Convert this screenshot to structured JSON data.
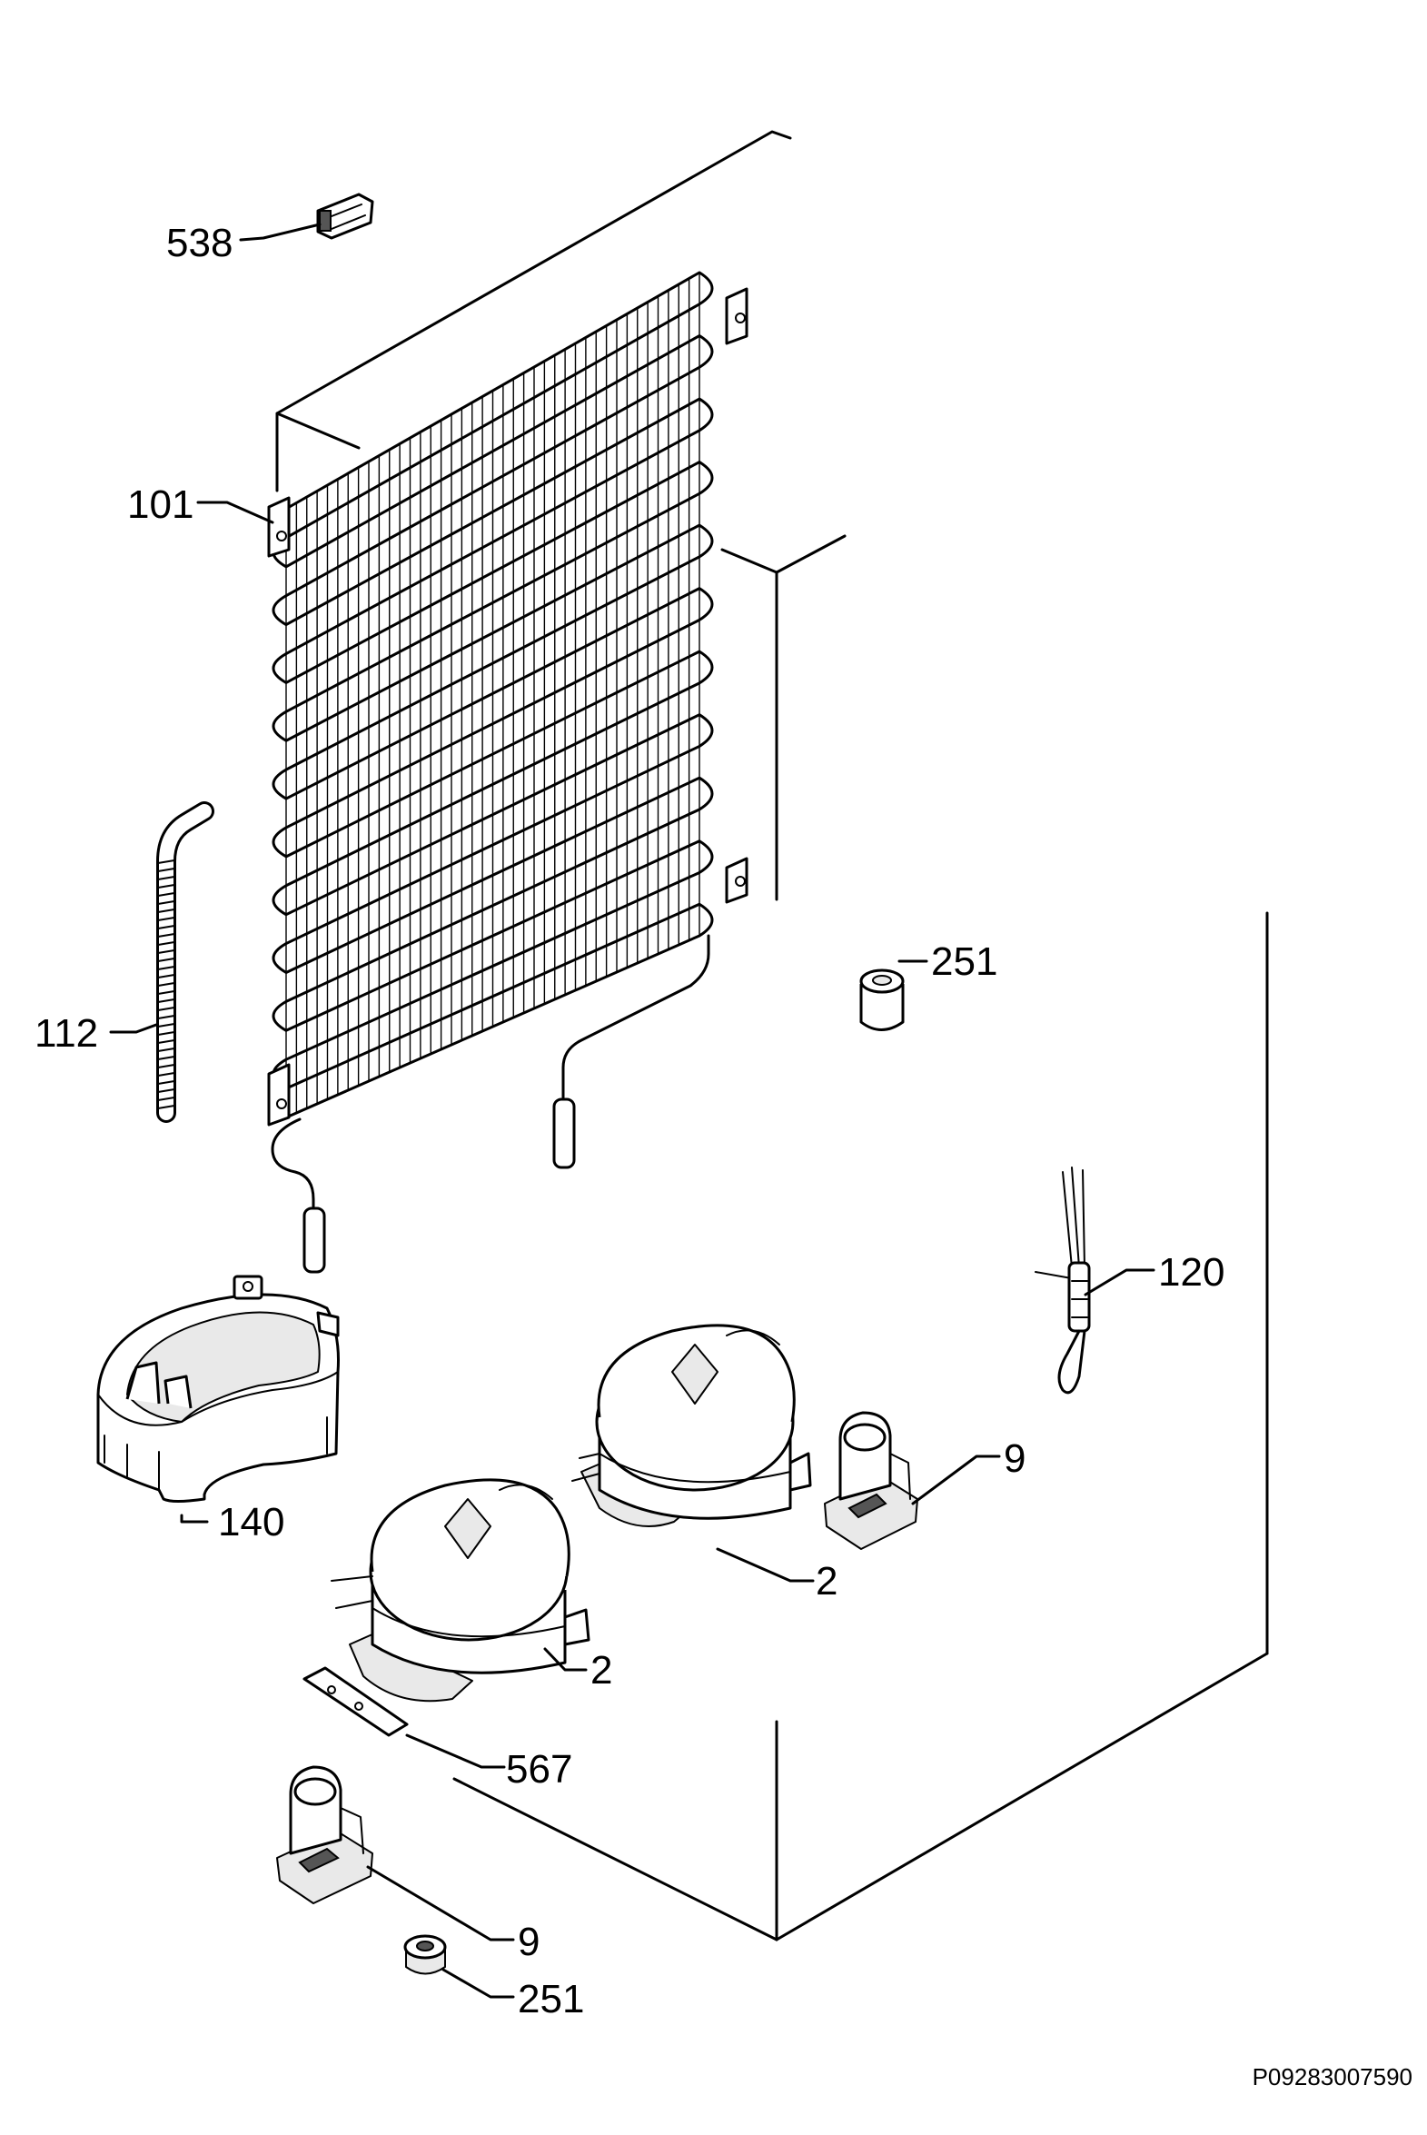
{
  "labels": {
    "p538": "538",
    "p101": "101",
    "p112": "112",
    "p251_top": "251",
    "p120": "120",
    "p140": "140",
    "p9_right": "9",
    "p2_rear": "2",
    "p2_front": "2",
    "p567": "567",
    "p9_bottom": "9",
    "p251_bottom": "251"
  },
  "drawing_code": "P09283007590",
  "colors": {
    "line": "#000000",
    "background": "#ffffff"
  }
}
